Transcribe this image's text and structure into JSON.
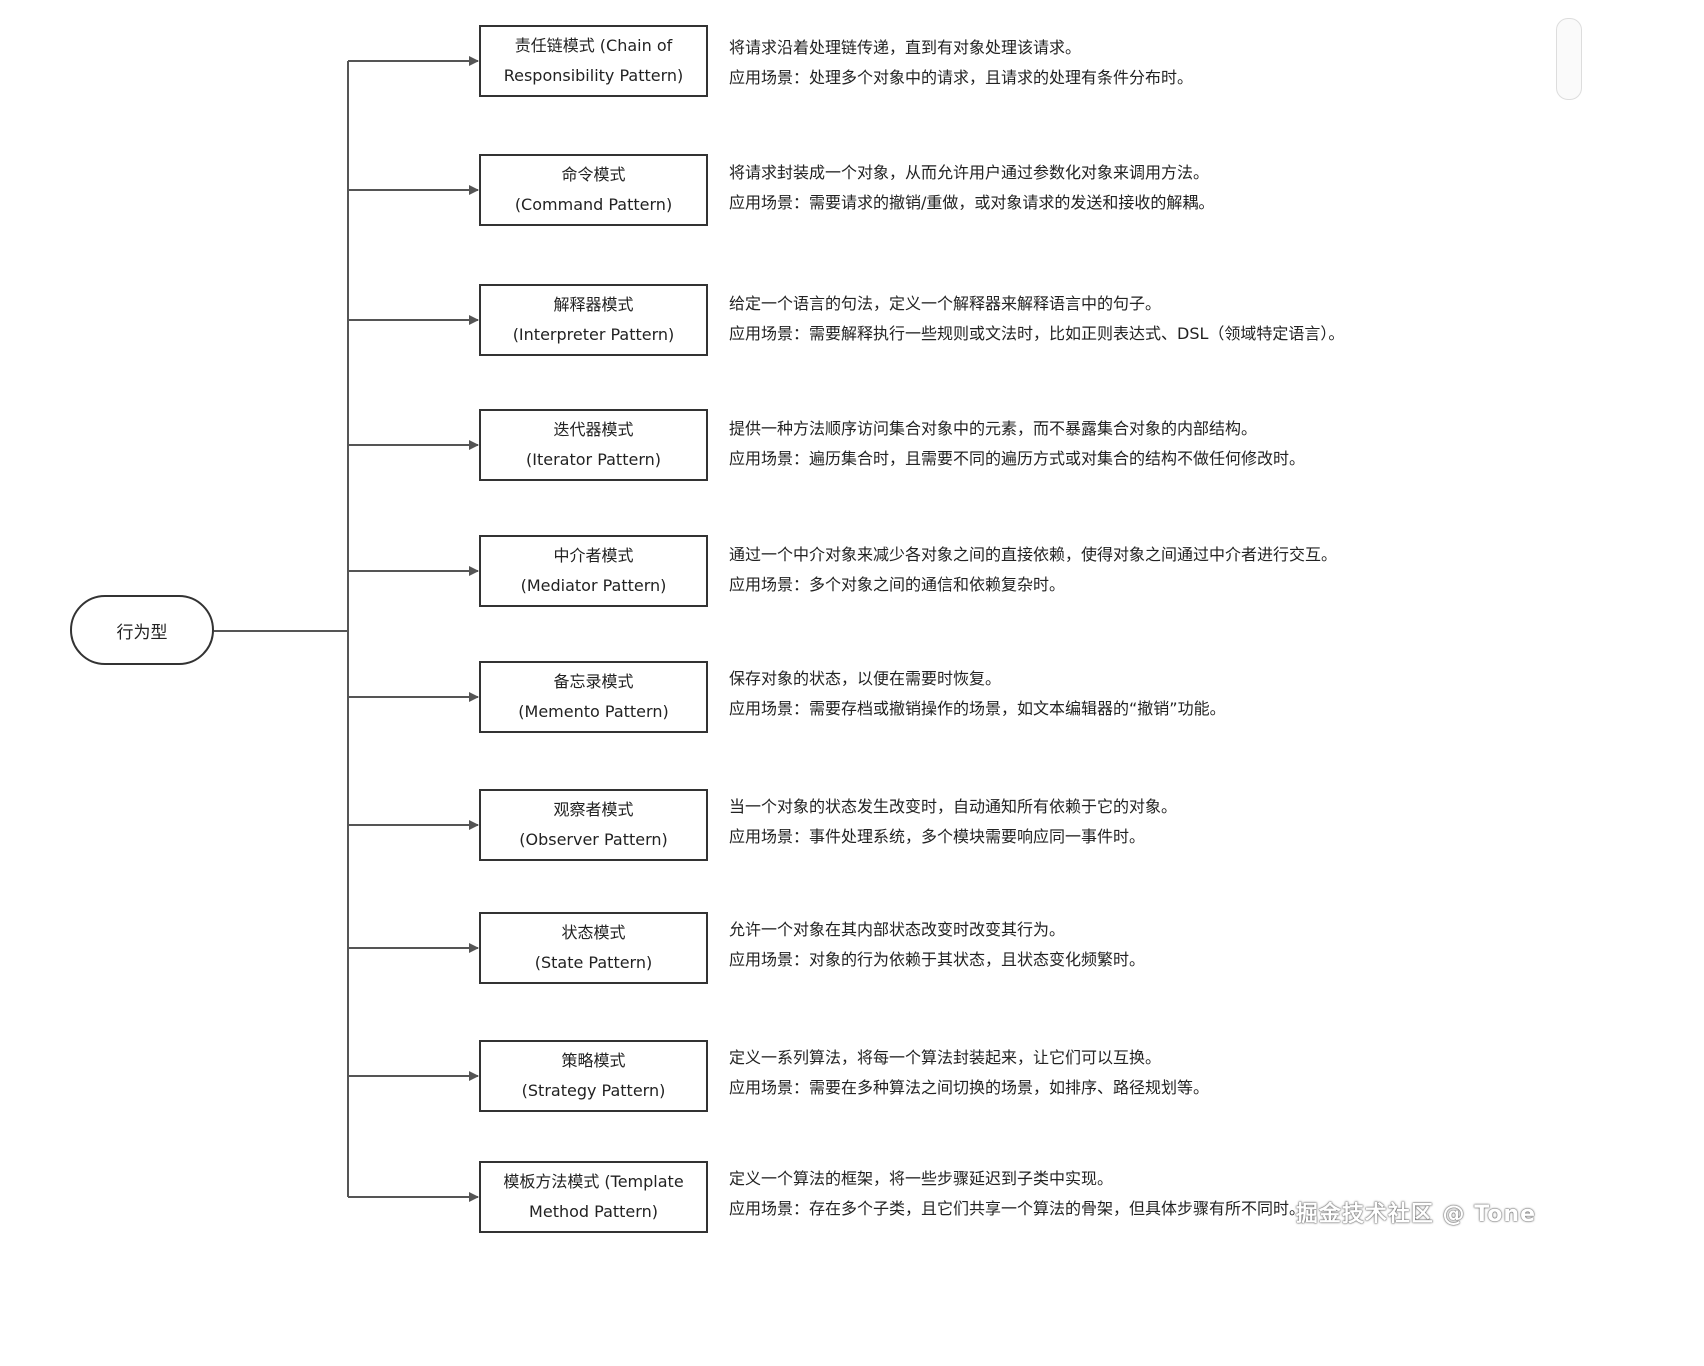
{
  "root": {
    "label": "行为型"
  },
  "patterns": [
    {
      "name": [
        "责任链模式 (Chain of",
        "Responsibility Pattern)"
      ],
      "desc": [
        "将请求沿着处理链传递，直到有对象处理该请求。",
        "应用场景：处理多个对象中的请求，且请求的处理有条件分布时。"
      ]
    },
    {
      "name": [
        "命令模式",
        "(Command Pattern)"
      ],
      "desc": [
        "将请求封装成一个对象，从而允许用户通过参数化对象来调用方法。",
        "应用场景：需要请求的撤销/重做，或对象请求的发送和接收的解耦。"
      ]
    },
    {
      "name": [
        "解释器模式",
        "(Interpreter Pattern)"
      ],
      "desc": [
        "给定一个语言的句法，定义一个解释器来解释语言中的句子。",
        "应用场景：需要解释执行一些规则或文法时，比如正则表达式、DSL（领域特定语言）。"
      ]
    },
    {
      "name": [
        "迭代器模式",
        "(Iterator Pattern)"
      ],
      "desc": [
        "提供一种方法顺序访问集合对象中的元素，而不暴露集合对象的内部结构。",
        "应用场景：遍历集合时，且需要不同的遍历方式或对集合的结构不做任何修改时。"
      ]
    },
    {
      "name": [
        "中介者模式",
        "(Mediator Pattern)"
      ],
      "desc": [
        "通过一个中介对象来减少各对象之间的直接依赖，使得对象之间通过中介者进行交互。",
        "应用场景：多个对象之间的通信和依赖复杂时。"
      ]
    },
    {
      "name": [
        "备忘录模式",
        "(Memento Pattern)"
      ],
      "desc": [
        "保存对象的状态，以便在需要时恢复。",
        "应用场景：需要存档或撤销操作的场景，如文本编辑器的“撤销”功能。"
      ]
    },
    {
      "name": [
        "观察者模式",
        "(Observer Pattern)"
      ],
      "desc": [
        "当一个对象的状态发生改变时，自动通知所有依赖于它的对象。",
        "应用场景：事件处理系统，多个模块需要响应同一事件时。"
      ]
    },
    {
      "name": [
        "状态模式",
        "(State Pattern)"
      ],
      "desc": [
        "允许一个对象在其内部状态改变时改变其行为。",
        "应用场景：对象的行为依赖于其状态，且状态变化频繁时。"
      ]
    },
    {
      "name": [
        "策略模式",
        "(Strategy Pattern)"
      ],
      "desc": [
        "定义一系列算法，将每一个算法封装起来，让它们可以互换。",
        "应用场景：需要在多种算法之间切换的场景，如排序、路径规划等。"
      ]
    },
    {
      "name": [
        "模板方法模式 (Template",
        "Method Pattern)"
      ],
      "desc": [
        "定义一个算法的框架，将一些步骤延迟到子类中实现。",
        "应用场景：存在多个子类，且它们共享一个算法的骨架，但具体步骤有所不同时。"
      ]
    }
  ],
  "watermark": "掘金技术社区 @ Tone",
  "colors": {
    "line": "#555555",
    "border": "#333333",
    "text": "#222222"
  }
}
